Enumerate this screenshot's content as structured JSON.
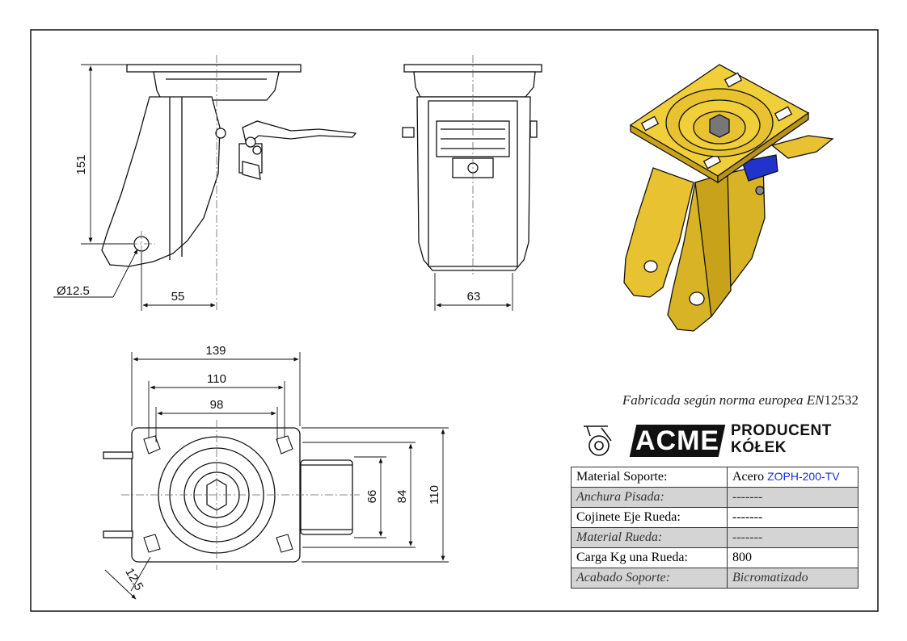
{
  "dimensions": {
    "height_151": "151",
    "hole_diameter": "Ø12.5",
    "offset_55": "55",
    "width_63": "63",
    "plate_139": "139",
    "holes_110": "110",
    "holes_98": "98",
    "slot_66": "66",
    "slot_84": "84",
    "plate_110": "110",
    "slot_12_5": "12.5"
  },
  "norm": {
    "prefix": "Fabricada según norma europea EN",
    "number": "12532"
  },
  "logo": {
    "brand": "ACME",
    "line1": "PRODUCENT",
    "line2": "KÓŁEK"
  },
  "spec": {
    "rows": [
      {
        "label": "Material Soporte:",
        "value": "Acero",
        "code": "ZOPH-200-TV"
      },
      {
        "label": "Anchura Pisada:",
        "value": "-------"
      },
      {
        "label": "Cojinete Eje Rueda:",
        "value": "-------"
      },
      {
        "label": "Material Rueda:",
        "value": "-------"
      },
      {
        "label": "Carga Kg una Rueda:",
        "value": "800"
      },
      {
        "label": "Acabado Soporte:",
        "value": "Bicromatizado"
      }
    ]
  },
  "colors": {
    "part_fill": "#e8c230",
    "part_shade": "#c9a21c",
    "line": "#111111",
    "code_text": "#1a2fd8",
    "row_alt": "#d4d4d4"
  }
}
